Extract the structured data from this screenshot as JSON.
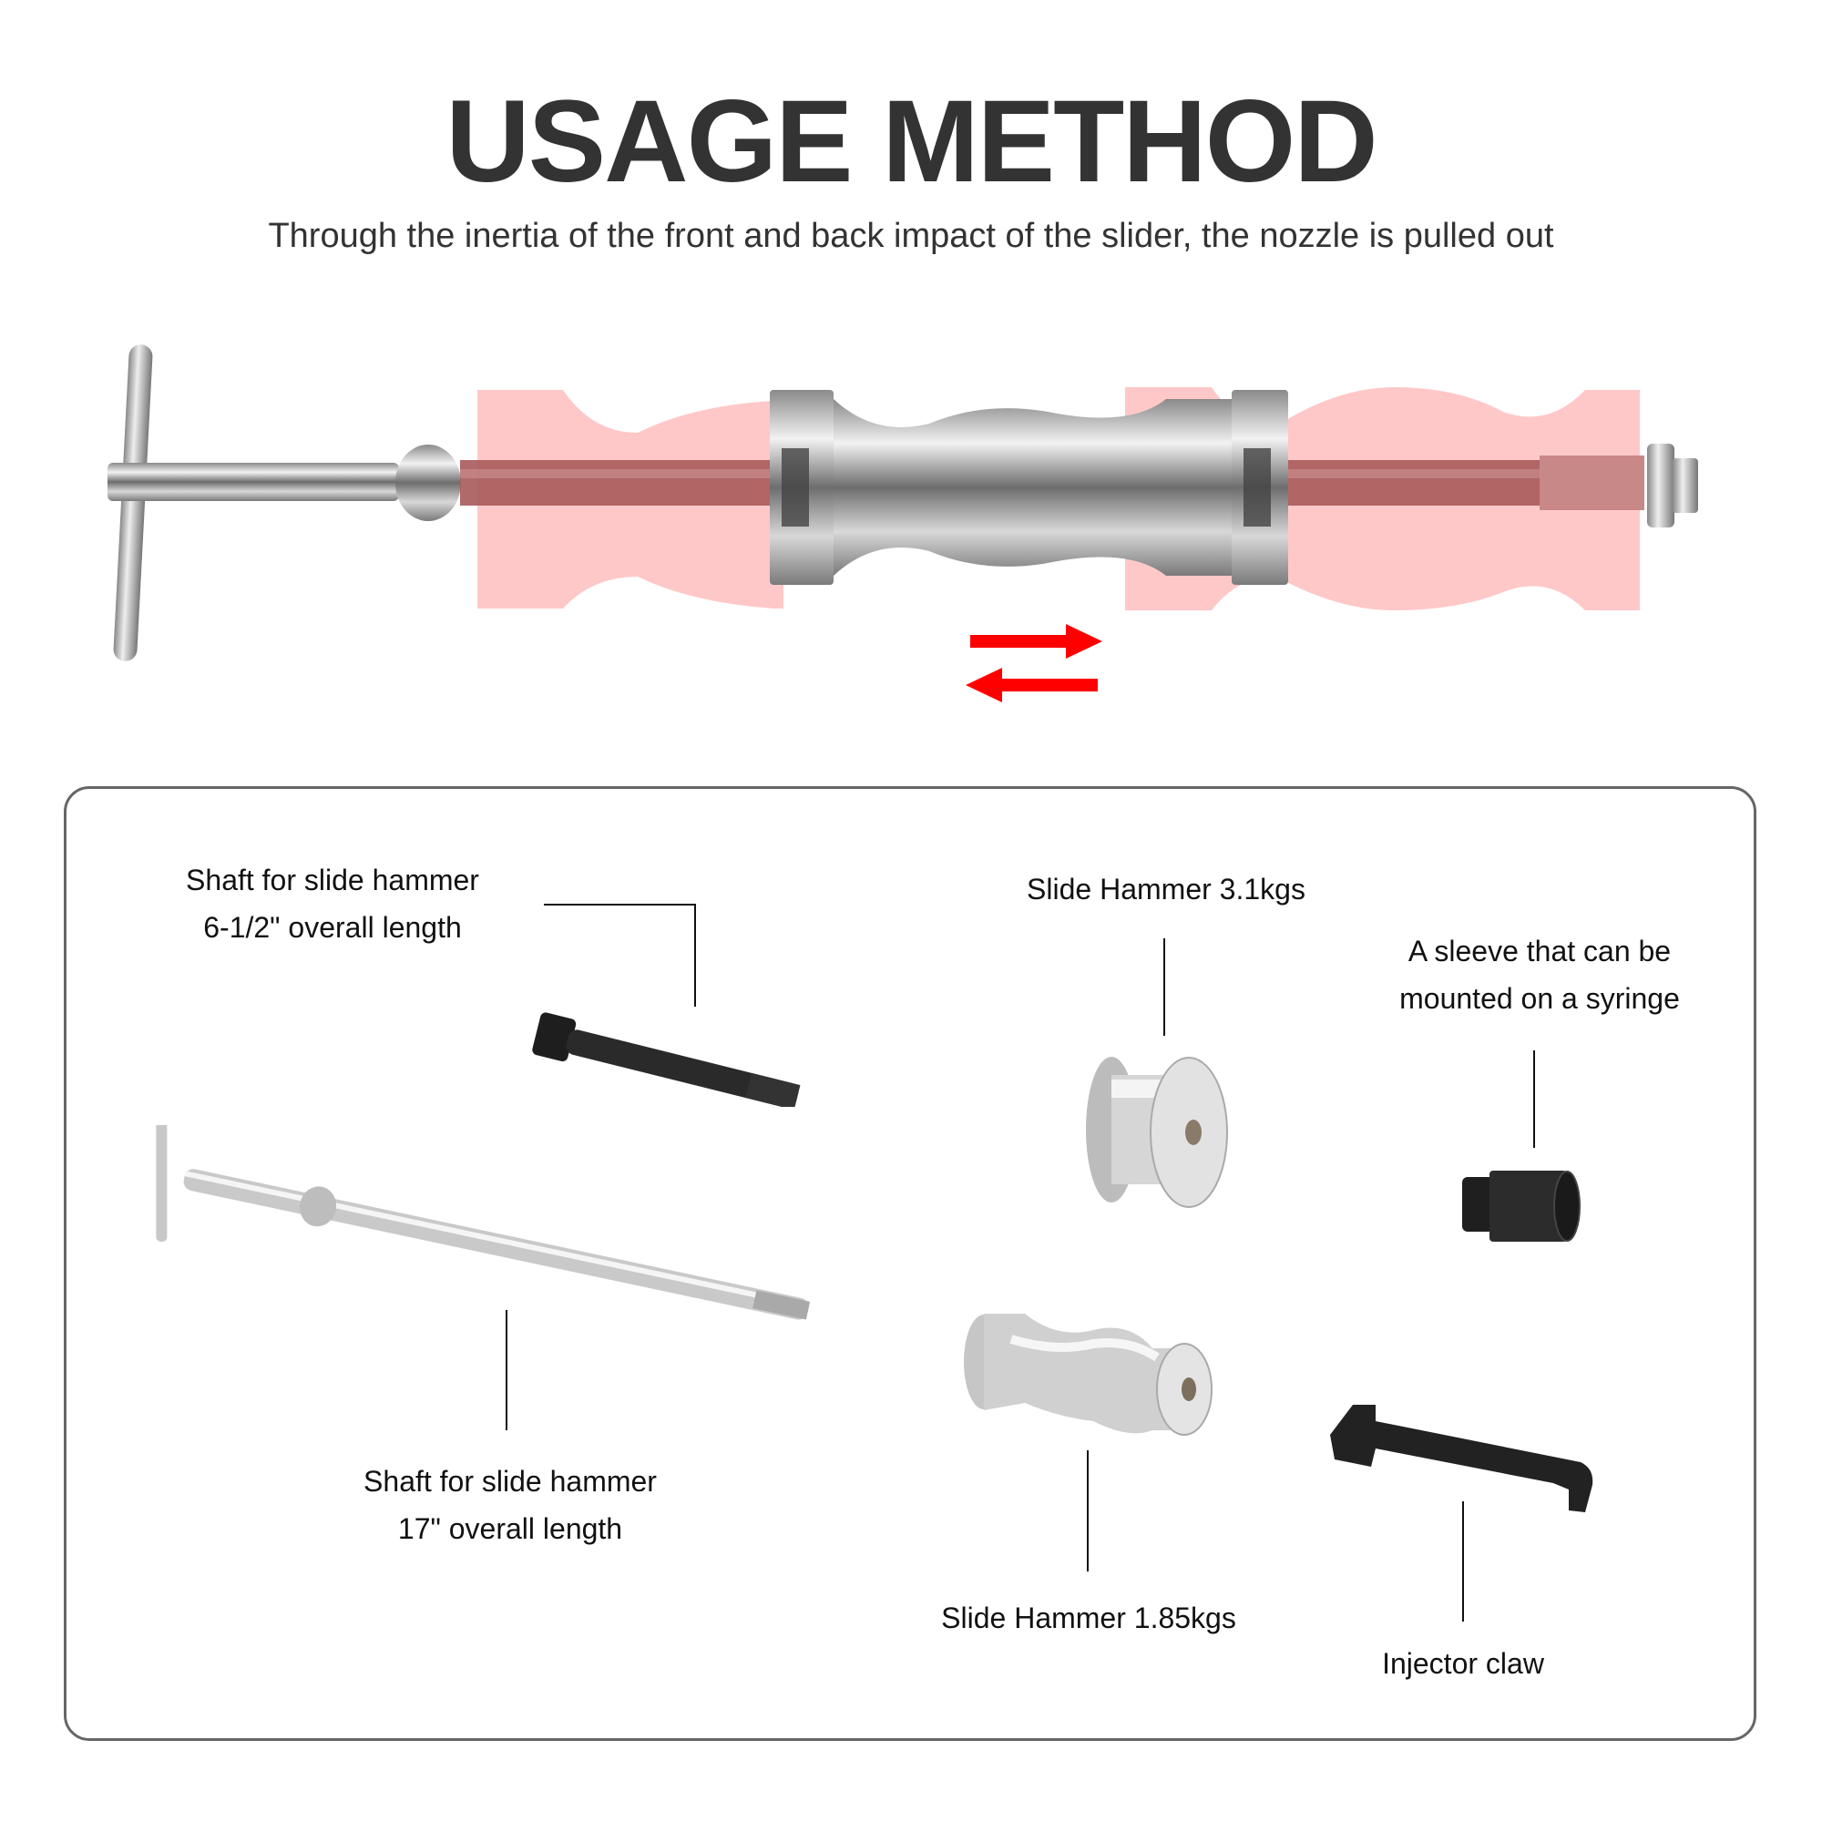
{
  "header": {
    "title": "USAGE METHOD",
    "subtitle": "Through the inertia of the front and back impact of the slider, the nozzle is pulled out"
  },
  "hero": {
    "illustration": "slide-hammer-assembled",
    "motion_arrows": "bidirectional-red-arrows",
    "colors": {
      "highlight": "#FFC8C8",
      "shaft_tint": "#A85A5A",
      "arrow": "#FF0000",
      "metal": "#B8B8B8"
    }
  },
  "parts_panel": {
    "border_color": "#666666",
    "parts": [
      {
        "id": "short-shaft",
        "line1": "Shaft for slide hammer",
        "line2": "6-1/2\" overall length"
      },
      {
        "id": "long-shaft",
        "line1": "Shaft for slide hammer",
        "line2": "17\" overall length"
      },
      {
        "id": "large-slide-hammer",
        "line1": "Slide Hammer 3.1kgs"
      },
      {
        "id": "small-slide-hammer",
        "line1": "Slide Hammer 1.85kgs"
      },
      {
        "id": "sleeve",
        "line1": "A sleeve that can be",
        "line2": "mounted on a syringe"
      },
      {
        "id": "injector-claw",
        "line1": "Injector claw"
      }
    ]
  }
}
